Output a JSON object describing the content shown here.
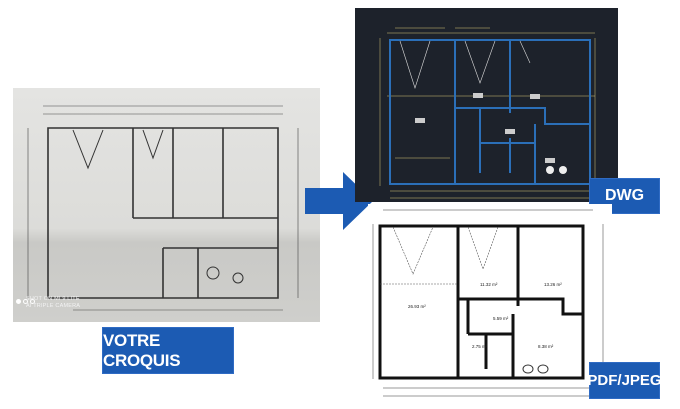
{
  "sketch": {
    "camera_watermark_line1": "SHOT ON MI 9 LITE",
    "camera_watermark_line2": "AI TRIPLE CAMERA",
    "label": "VOTRE CROQUIS"
  },
  "outputs": {
    "dwg_label": "DWG",
    "pdf_label": "PDF/JPEG"
  },
  "pdf_plan": {
    "rooms": [
      "26.93 m²",
      "11.32 m²",
      "13.26 m²",
      "5.59 m²",
      "2.75 m²",
      "8.38 m²"
    ]
  },
  "colors": {
    "badge": "#1c5bb3",
    "arrow": "#1c5bb3",
    "dwg_background": "#1d222b",
    "dwg_walls": "#2b6fb8",
    "dwg_dimensions": "#d9c77a"
  }
}
